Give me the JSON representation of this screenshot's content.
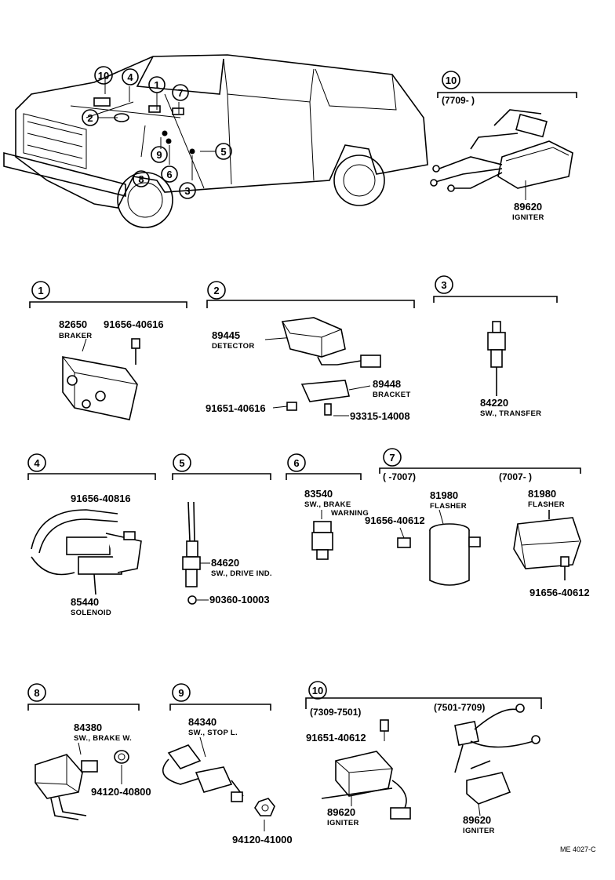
{
  "vehicle": {
    "callouts": [
      "10",
      "4",
      "1",
      "7",
      "2",
      "9",
      "8",
      "6",
      "3",
      "5"
    ]
  },
  "sections": {
    "s10top": {
      "num": "10",
      "range": "(7709-     )",
      "parts": [
        {
          "no": "89620",
          "name": "IGNITER"
        }
      ]
    },
    "s1": {
      "num": "1",
      "parts": [
        {
          "no": "82650",
          "name": "BRAKER"
        },
        {
          "no": "91656-40616",
          "name": ""
        }
      ]
    },
    "s2": {
      "num": "2",
      "parts": [
        {
          "no": "89445",
          "name": "DETECTOR"
        },
        {
          "no": "89448",
          "name": "BRACKET"
        },
        {
          "no": "91651-40616",
          "name": ""
        },
        {
          "no": "93315-14008",
          "name": ""
        }
      ]
    },
    "s3": {
      "num": "3",
      "parts": [
        {
          "no": "84220",
          "name": "SW., TRANSFER"
        }
      ]
    },
    "s4": {
      "num": "4",
      "parts": [
        {
          "no": "91656-40816",
          "name": ""
        },
        {
          "no": "85440",
          "name": "SOLENOID"
        }
      ]
    },
    "s5": {
      "num": "5",
      "parts": [
        {
          "no": "84620",
          "name": "SW., DRIVE IND."
        },
        {
          "no": "90360-10003",
          "name": ""
        }
      ]
    },
    "s6": {
      "num": "6",
      "parts": [
        {
          "no": "83540",
          "name": "SW.,  BRAKE"
        },
        {
          "no": "",
          "name": "WARNING"
        }
      ]
    },
    "s7": {
      "num": "7",
      "range_a": "(       -7007)",
      "range_b": "(7007-        )",
      "parts": [
        {
          "no": "91656-40612",
          "name": ""
        },
        {
          "no": "81980",
          "name": "FLASHER"
        },
        {
          "no": "81980",
          "name": "FLASHER"
        },
        {
          "no": "91656-40612",
          "name": ""
        }
      ]
    },
    "s8": {
      "num": "8",
      "parts": [
        {
          "no": "84380",
          "name": "SW., BRAKE W."
        },
        {
          "no": "94120-40800",
          "name": ""
        }
      ]
    },
    "s9": {
      "num": "9",
      "parts": [
        {
          "no": "84340",
          "name": "SW., STOP L."
        },
        {
          "no": "94120-41000",
          "name": ""
        }
      ]
    },
    "s10b": {
      "num": "10",
      "range_a": "(7309-7501)",
      "range_b": "(7501-7709)",
      "parts": [
        {
          "no": "91651-40612",
          "name": ""
        },
        {
          "no": "89620",
          "name": "IGNITER"
        },
        {
          "no": "89620",
          "name": "IGNITER"
        }
      ]
    }
  },
  "footer": {
    "code": "ME 4027-C"
  }
}
